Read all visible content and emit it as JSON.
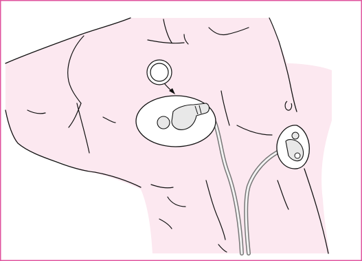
{
  "illustration": {
    "colors": {
      "frame": "#e0559f",
      "skin": "#fce8f0",
      "outline": "#111111",
      "pad_fill": "#ffffff",
      "cable": "#777777",
      "cable_highlight": "#f3f3f3",
      "connector_fill": "#e8e8e8"
    },
    "icons": [
      "frame-border",
      "torso-illustration",
      "placement-ring-icon",
      "placement-arrow-icon",
      "chest-electrode-pad",
      "side-electrode-pad",
      "lead-cable"
    ]
  }
}
